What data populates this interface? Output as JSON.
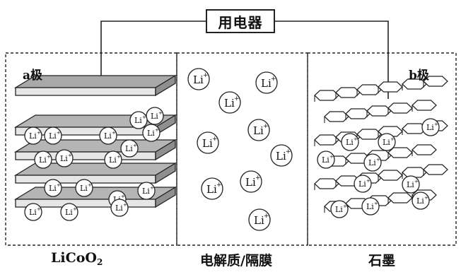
{
  "device_label": "用电器",
  "electrode_a": {
    "label": "a极"
  },
  "electrode_b": {
    "label": "b极"
  },
  "ion": {
    "text": "Li",
    "sign": "+"
  },
  "bottom_labels": {
    "cathode_main": "LiCoO",
    "cathode_sub": "2",
    "middle": "电解质/隔膜",
    "anode": "石墨"
  },
  "colors": {
    "stroke": "#222222",
    "plate_fill": "#b5b5b5",
    "plate_side": "#e6e6e6",
    "background": "#ffffff"
  }
}
